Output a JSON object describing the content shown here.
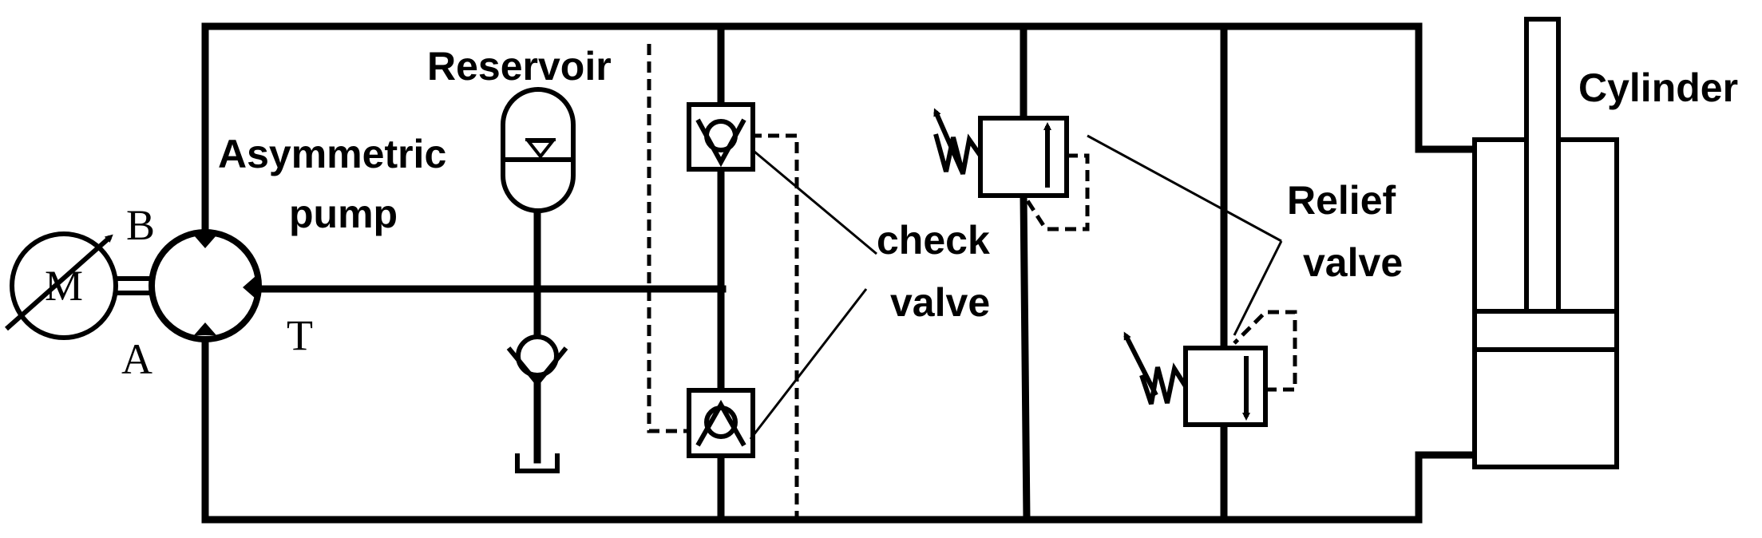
{
  "labels": {
    "reservoir": "Reservoir",
    "asymmetric": "Asymmetric",
    "pump": "pump",
    "check": "check",
    "valve_check": "valve",
    "relief": "Relief",
    "valve_relief": "valve",
    "cylinder": "Cylinder",
    "port_b": "B",
    "port_a": "A",
    "port_t": "T",
    "motor": "M"
  },
  "colors": {
    "line": "#000000",
    "background": "#ffffff"
  }
}
